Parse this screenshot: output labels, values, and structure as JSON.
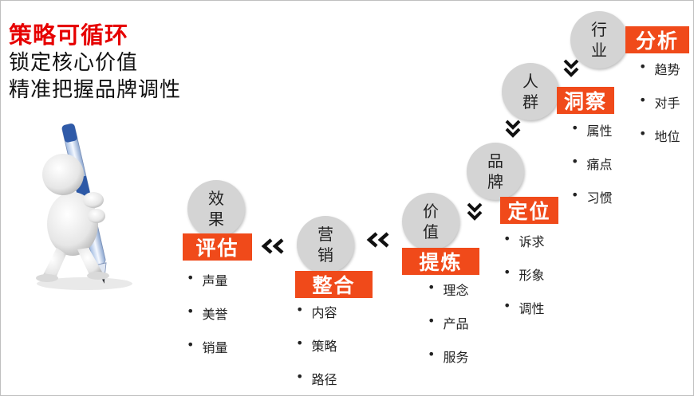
{
  "titles": {
    "main": "策略可循环",
    "line2": "锁定核心价值",
    "line3": "精准把握品牌调性"
  },
  "stages": {
    "industry": {
      "circle": [
        "行",
        "业"
      ],
      "label": "分析",
      "bullets": [
        "趋势",
        "对手",
        "地位"
      ]
    },
    "people": {
      "circle": [
        "人",
        "群"
      ],
      "label": "洞察",
      "bullets": [
        "属性",
        "痛点",
        "习惯"
      ]
    },
    "brand": {
      "circle": [
        "品",
        "牌"
      ],
      "label": "定位",
      "bullets": [
        "诉求",
        "形象",
        "调性"
      ]
    },
    "value": {
      "circle": [
        "价",
        "值"
      ],
      "label": "提炼",
      "bullets": [
        "理念",
        "产品",
        "服务"
      ]
    },
    "marketing": {
      "circle": [
        "营",
        "销"
      ],
      "label": "整合",
      "bullets": [
        "内容",
        "策略",
        "路径"
      ]
    },
    "effect": {
      "circle": [
        "效",
        "果"
      ],
      "label": "评估",
      "bullets": [
        "声量",
        "美誉",
        "销量"
      ]
    }
  },
  "colors": {
    "accent": "#f04a1a",
    "title_red": "#e60000",
    "circle": "#d4d4d4"
  },
  "icons": {
    "figure": "pen-figure-icon",
    "chevron": "chevron-icon"
  }
}
